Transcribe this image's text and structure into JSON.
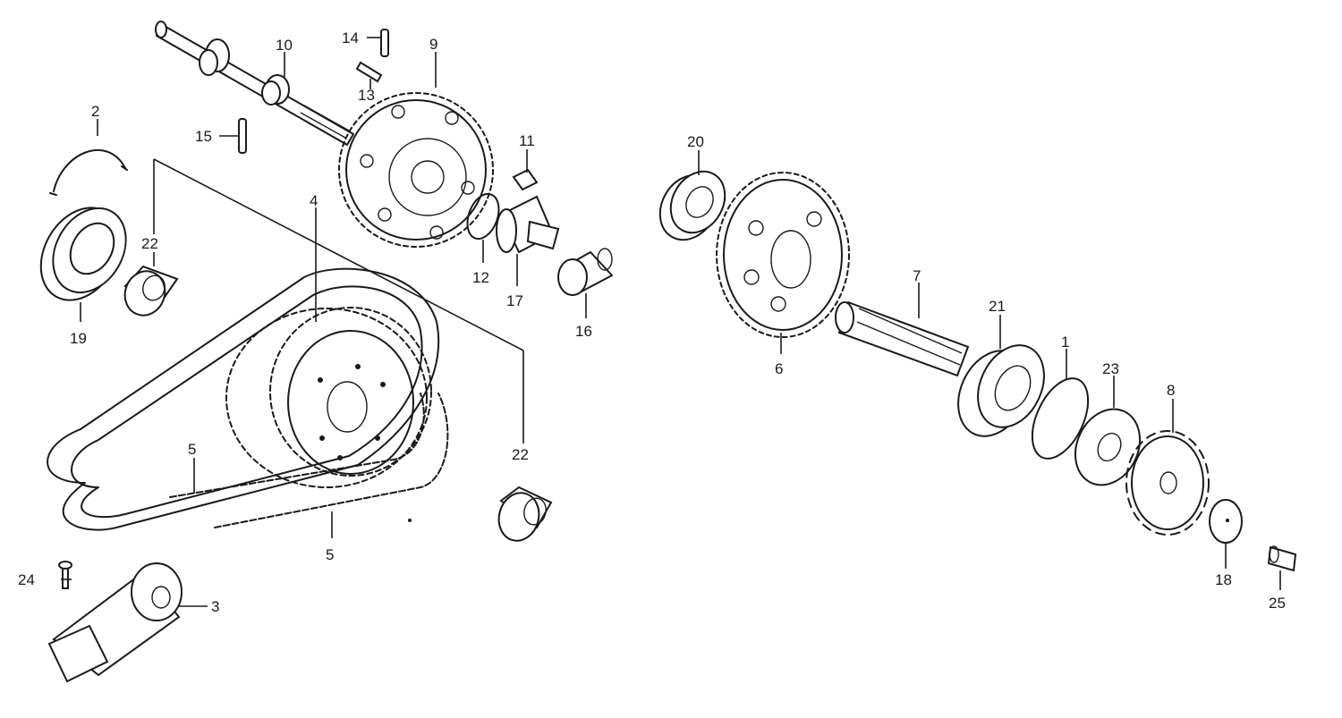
{
  "labels": {
    "p1": "1",
    "p2": "2",
    "p3": "3",
    "p4": "4",
    "p5a": "5",
    "p5b": "5",
    "p6": "6",
    "p7": "7",
    "p8": "8",
    "p9": "9",
    "p10": "10",
    "p11": "11",
    "p12": "12",
    "p13": "13",
    "p14": "14",
    "p15": "15",
    "p16": "16",
    "p17": "17",
    "p18": "18",
    "p19": "19",
    "p20": "20",
    "p21": "21",
    "p22a": "22",
    "p22b": "22",
    "p23": "23",
    "p24": "24",
    "p25": "25"
  }
}
